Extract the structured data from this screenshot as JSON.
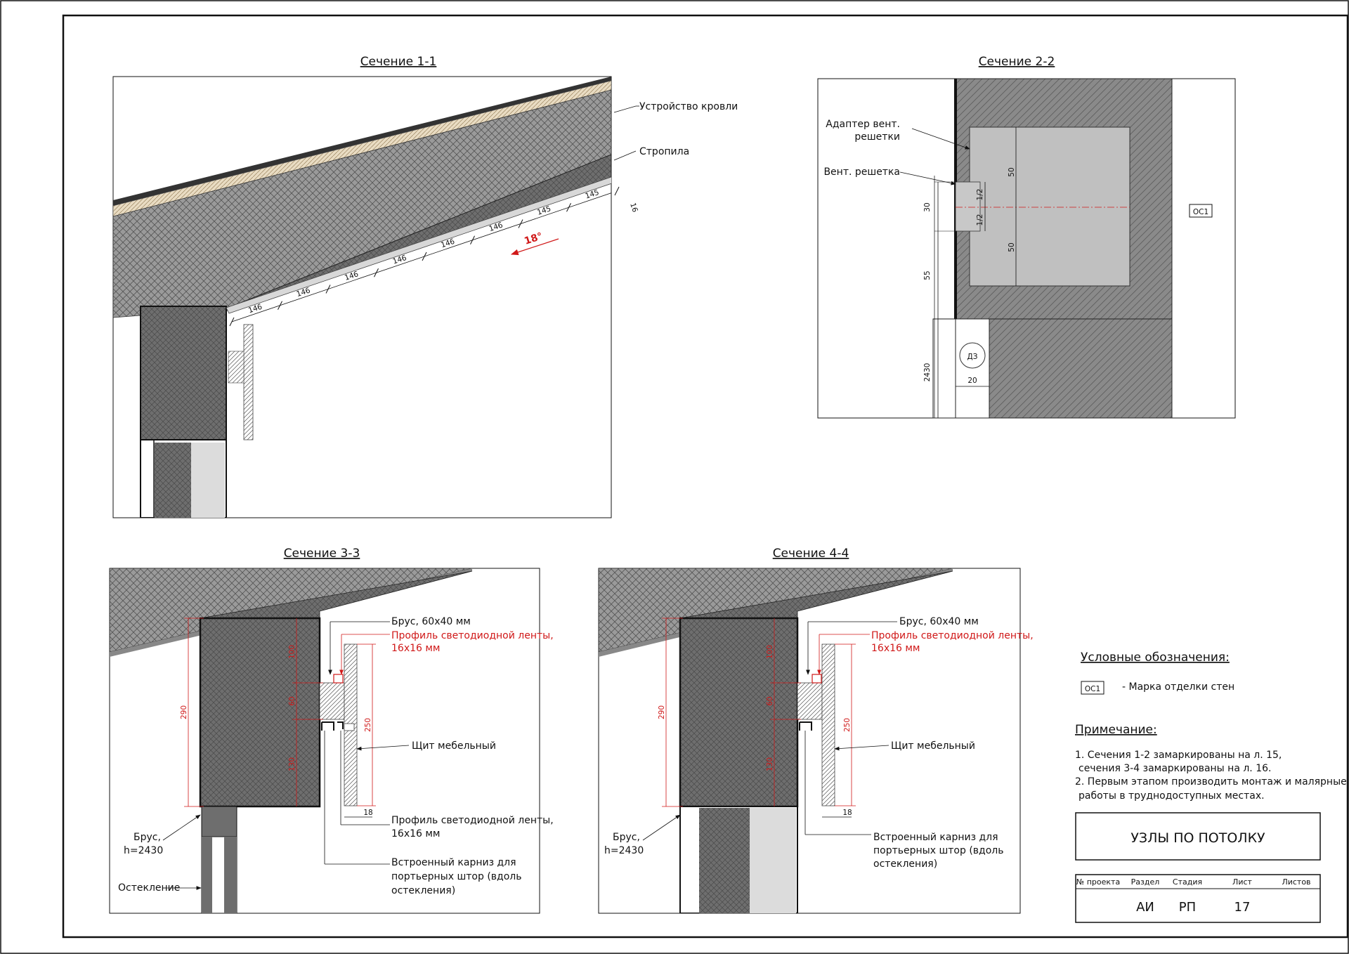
{
  "sections": {
    "s11": {
      "title": "Сечение 1-1",
      "roof_label": "Устройство кровли",
      "rafter_label": "Стропила",
      "panel_dims": [
        "146",
        "146",
        "146",
        "146",
        "146",
        "146",
        "145",
        "145"
      ],
      "thickness_dim": "16",
      "angle": "18°"
    },
    "s22": {
      "title": "Сечение 2-2",
      "adapter_label_line1": "Адаптер вент.",
      "adapter_label_line2": "решетки",
      "grille_label": "Вент. решетка",
      "dims": {
        "d30": "30",
        "d55": "55",
        "d2430": "2430",
        "d20": "20",
        "d50a": "50",
        "d50b": "50",
        "half_a": "1/2",
        "half_b": "1/2"
      },
      "mark_oc": "ОС1",
      "mark_dz": "ДЗ"
    },
    "s33": {
      "title": "Сечение 3-3",
      "brus_label": "Брус, 60х40 мм",
      "led_red_line1": "Профиль светодиодной ленты,",
      "led_red_line2": "16х16 мм",
      "shield_label": "Щит мебельный",
      "led_line1": "Профиль светодиодной ленты,",
      "led_line2": "16х16 мм",
      "cornice_line1": "Встроенный карниз для",
      "cornice_line2": "портьерных штор (вдоль",
      "cornice_line3": "остекления)",
      "brus2_line1": "Брус,",
      "brus2_line2": "h=2430",
      "glazing_label": "Остекление",
      "dims": {
        "d290": "290",
        "d100": "100",
        "d60": "60",
        "d130": "130",
        "d250": "250",
        "d18": "18"
      }
    },
    "s44": {
      "title": "Сечение 4-4",
      "brus_label": "Брус, 60х40 мм",
      "led_red_line1": "Профиль светодиодной ленты,",
      "led_red_line2": "16х16 мм",
      "shield_label": "Щит мебельный",
      "cornice_line1": "Встроенный карниз для",
      "cornice_line2": "портьерных штор (вдоль",
      "cornice_line3": "остекления)",
      "brus2_line1": "Брус,",
      "brus2_line2": "h=2430",
      "dims": {
        "d290": "290",
        "d100": "100",
        "d60": "60",
        "d130": "130",
        "d250": "250",
        "d18": "18"
      }
    }
  },
  "legend": {
    "title": "Условные обозначения:",
    "mark": "ОС1",
    "mark_desc": "- Марка отделки стен"
  },
  "notes": {
    "title": "Примечание:",
    "line1": "1. Сечения 1-2 замаркированы на л. 15,",
    "line2": "сечения 3-4 замаркированы на л. 16.",
    "line3": "2. Первым этапом производить монтаж и малярные",
    "line4": "работы в труднодоступных местах."
  },
  "stamp": {
    "title": "УЗЛЫ ПО ПОТОЛКУ",
    "headers": [
      "№ проекта",
      "Раздел",
      "Стадия",
      "Лист",
      "Листов"
    ],
    "values": [
      "",
      "АИ",
      "РП",
      "17",
      ""
    ]
  },
  "colors": {
    "red": "#d01818",
    "dark_fill": "#6e6e6e",
    "light_fill": "#bdbdbd",
    "ink": "#111111"
  }
}
